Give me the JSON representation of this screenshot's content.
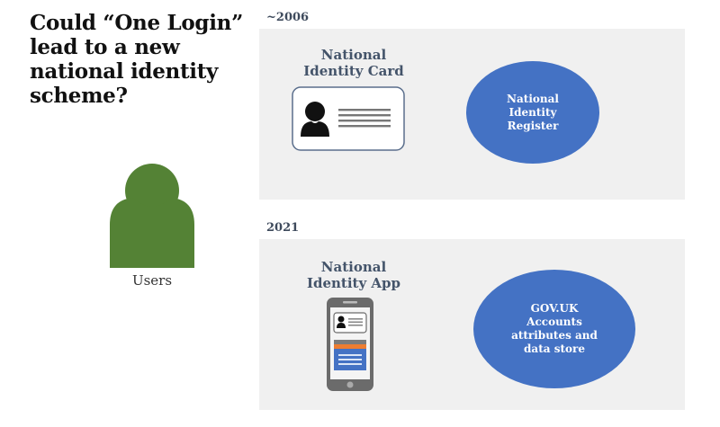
{
  "title": "Could “One Login” lead to a new national identity scheme?",
  "users": {
    "label": "Users",
    "icon": "user-icon",
    "color": "#548235"
  },
  "sections": [
    {
      "era": "~2006",
      "artifact_label": "National Identity Card",
      "artifact_icon": "id-card-icon",
      "store_label": "National Identity Register",
      "store_color": "#4472c4"
    },
    {
      "era": "2021",
      "artifact_label": "National Identity App",
      "artifact_icon": "smartphone-icon",
      "store_label": "GOV.UK Accounts attributes and data store",
      "store_color": "#4472c4"
    }
  ]
}
